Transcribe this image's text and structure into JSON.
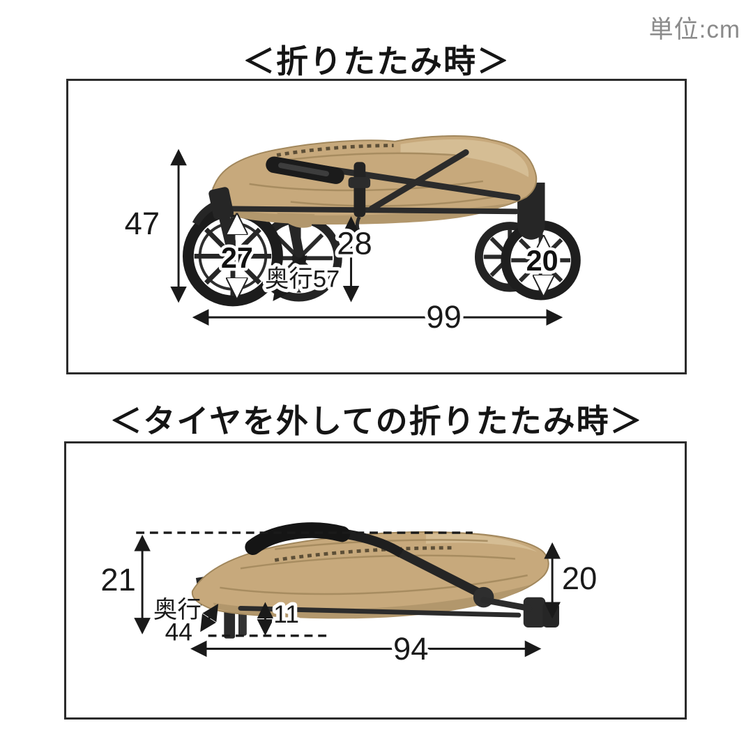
{
  "unit_label": "単位:cm",
  "colors": {
    "fabric": "#c7a97c",
    "fabric_shadow": "#b2976c",
    "fabric_light": "#d8c29a",
    "frame_black": "#262626",
    "annotation": "#1a1a1a",
    "unit_text": "#8a8a8a"
  },
  "panels": [
    {
      "title": "＜折りたたみ時＞",
      "dimensions": {
        "overall_height": "47",
        "front_wheel_diameter": "27",
        "underbody_height": "28",
        "depth": "奥行57",
        "rear_wheel_diameter": "20",
        "overall_length": "99"
      }
    },
    {
      "title": "＜タイヤを外しての折りたたみ時＞",
      "dimensions": {
        "overall_height": "21",
        "depth_label": "奥行",
        "depth_value": "44",
        "leg_height": "11",
        "rear_height": "20",
        "overall_length": "94"
      }
    }
  ]
}
